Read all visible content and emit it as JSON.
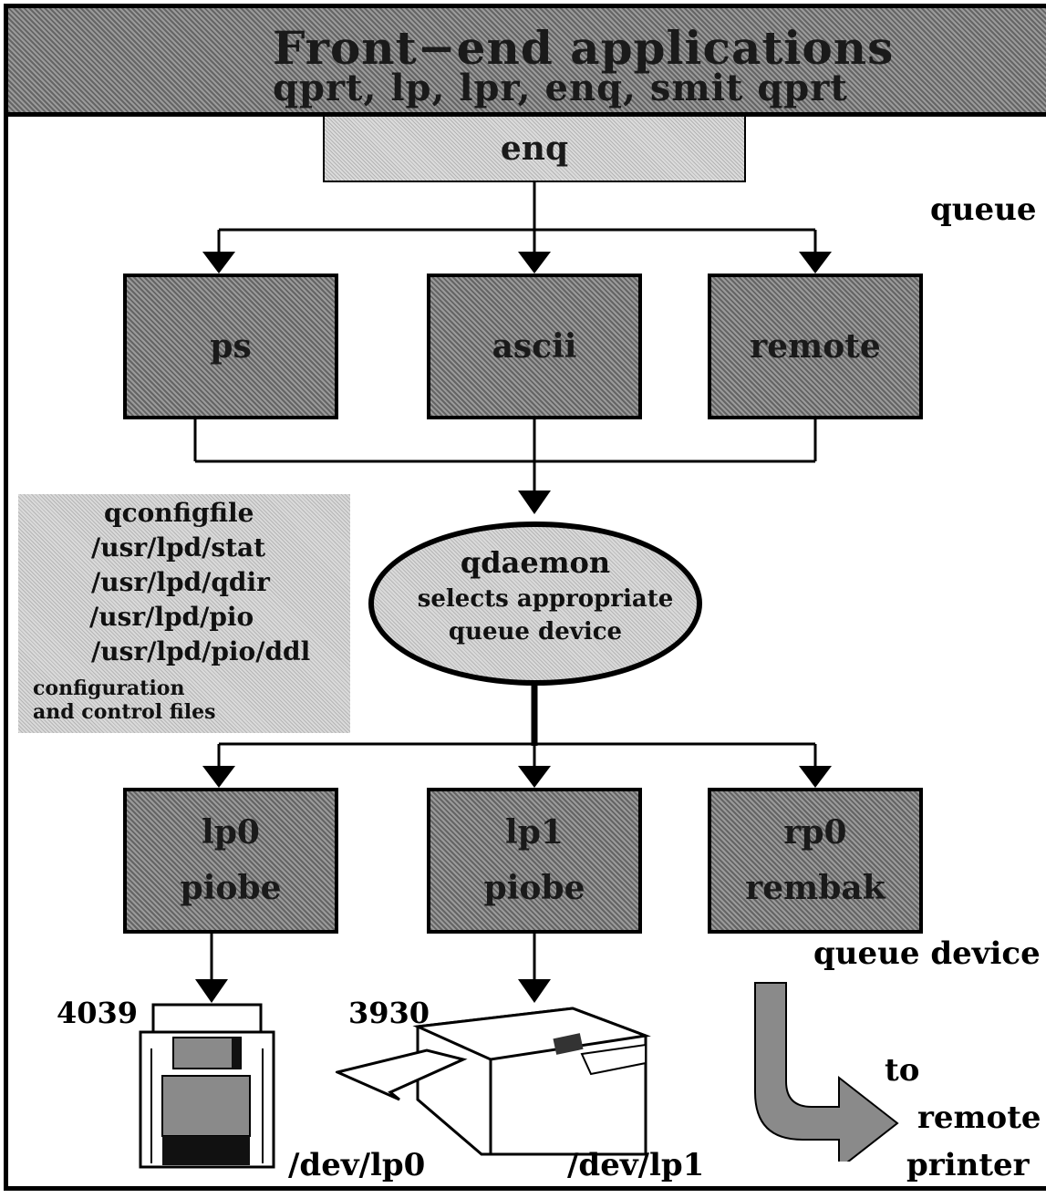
{
  "header": {
    "title": "Front−end applications",
    "subtitle": "qprt, lp, lpr, enq, smit qprt"
  },
  "enq": {
    "label": "enq"
  },
  "queue_label": "queue",
  "queues": [
    {
      "label": "ps"
    },
    {
      "label": "ascii"
    },
    {
      "label": "remote"
    }
  ],
  "config": {
    "lines": [
      "qconfigfile",
      "/usr/lpd/stat",
      "/usr/lpd/qdir",
      "/usr/lpd/pio",
      "/usr/lpd/pio/ddl"
    ],
    "note_line1": "configuration",
    "note_line2": "and control   files"
  },
  "qdaemon": {
    "title": "qdaemon",
    "line2": "selects appropriate",
    "line3": "queue device"
  },
  "devices": [
    {
      "name": "lp0",
      "backend": "piobe"
    },
    {
      "name": "lp1",
      "backend": "piobe"
    },
    {
      "name": "rp0",
      "backend": "rembak"
    }
  ],
  "queue_device_label": "queue device",
  "printers": [
    {
      "model": "4039",
      "device": "/dev/lp0"
    },
    {
      "model": "3930",
      "device": "/dev/lp1"
    }
  ],
  "remote": {
    "to": "to",
    "remote": "remote",
    "printer": "printer"
  },
  "colors": {
    "box_fill": "#8a8a8a",
    "light_fill": "#d2d2d2",
    "stroke": "#000000"
  }
}
